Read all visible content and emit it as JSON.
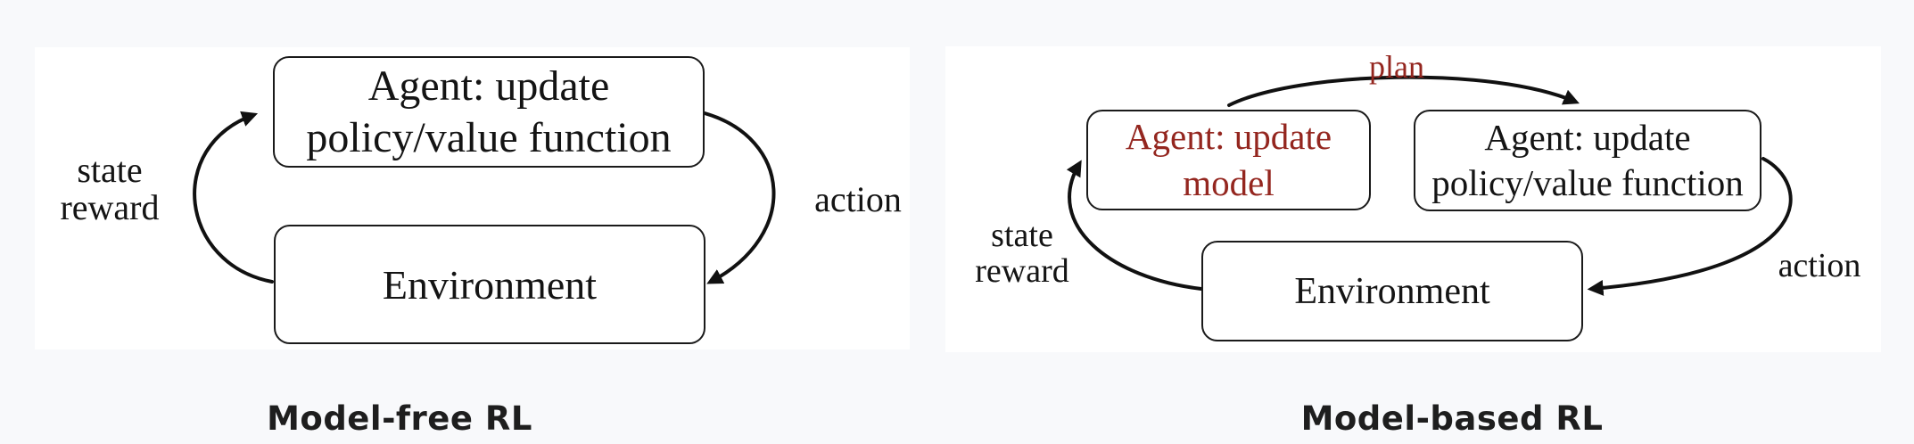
{
  "page": {
    "background_color": "#f8f9fb",
    "panel_background_color": "#ffffff"
  },
  "colors": {
    "ink": "#141414",
    "box_border": "#1a1a1a",
    "arrow": "#111111",
    "accent_red": "#94261f",
    "caption": "#1e1e1e"
  },
  "model_free": {
    "caption": "Model-free RL",
    "agent_box": {
      "line1": "Agent: update",
      "line2": "policy/value function"
    },
    "environment_label": "Environment",
    "state_label": "state",
    "reward_label": "reward",
    "action_label": "action"
  },
  "model_based": {
    "caption": "Model-based RL",
    "plan_label": "plan",
    "model_box": {
      "line1": "Agent: update",
      "line2": "model"
    },
    "policy_box": {
      "line1": "Agent: update",
      "line2": "policy/value function"
    },
    "environment_label": "Environment",
    "state_label": "state",
    "reward_label": "reward",
    "action_label": "action"
  }
}
